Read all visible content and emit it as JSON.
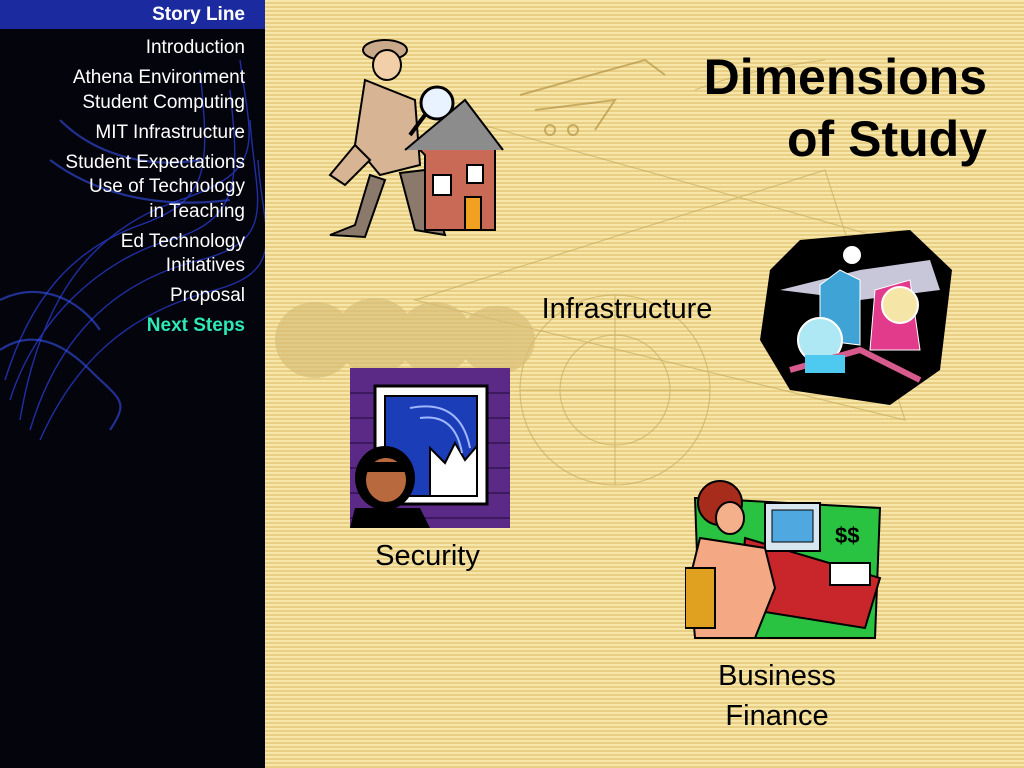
{
  "sidebar": {
    "heading": "Story Line",
    "items": [
      {
        "lines": [
          "Introduction"
        ],
        "active": false,
        "name": "nav-introduction"
      },
      {
        "lines": [
          "Athena Environment",
          "Student Computing"
        ],
        "active": false,
        "name": "nav-athena-environment"
      },
      {
        "lines": [
          "MIT Infrastructure"
        ],
        "active": false,
        "name": "nav-mit-infrastructure"
      },
      {
        "lines": [
          "Student Expectations",
          "Use of Technology",
          "in Teaching"
        ],
        "active": false,
        "name": "nav-student-expectations"
      },
      {
        "lines": [
          "Ed Technology",
          "Initiatives"
        ],
        "active": false,
        "name": "nav-ed-technology"
      },
      {
        "lines": [
          "Proposal"
        ],
        "active": false,
        "name": "nav-proposal"
      },
      {
        "lines": [
          "Next Steps"
        ],
        "active": true,
        "name": "nav-next-steps"
      }
    ]
  },
  "slide": {
    "title": [
      "Dimensions",
      "of Study"
    ],
    "captions": {
      "infrastructure": [
        "Infrastructure"
      ],
      "security": [
        "Security"
      ],
      "business": [
        "Business",
        "Finance"
      ]
    }
  },
  "colors": {
    "sidebar_bg": "#04040c",
    "sidebar_heading_bg": "#1b2b9f",
    "active_item": "#2ee8b6",
    "slide_bg": "#f4df9a"
  },
  "icons": {
    "detective": "detective-inspecting-house-icon",
    "infrastructure": "infrastructure-city-icon",
    "security": "burglar-window-icon",
    "business": "woman-at-computer-icon"
  }
}
